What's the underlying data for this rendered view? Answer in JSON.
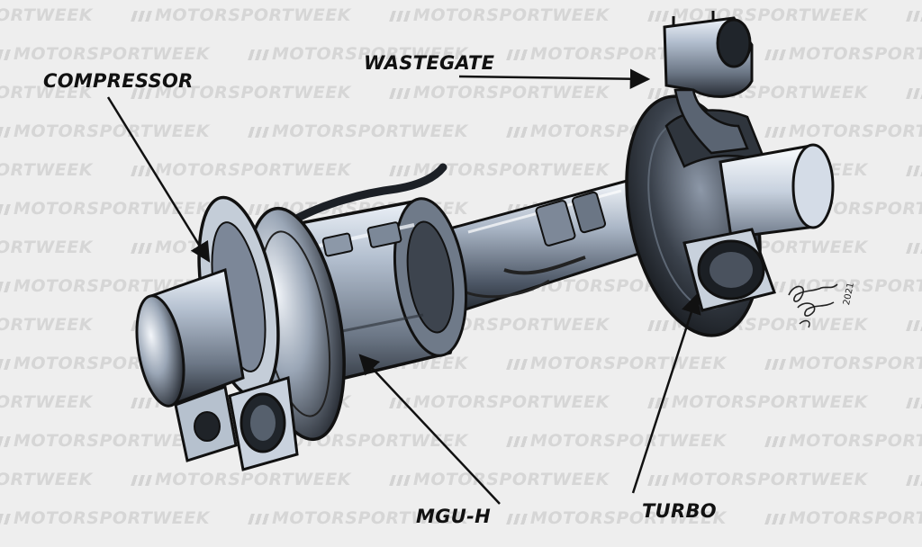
{
  "watermark": {
    "text": "MOTORSPORTWEEK"
  },
  "labels": {
    "compressor": "COMPRESSOR",
    "wastegate": "WASTEGATE",
    "mgu_h": "MGU-H",
    "turbo": "TURBO"
  },
  "signature": {
    "year": "2021"
  },
  "colors": {
    "background": "#eeeeee",
    "watermark": "#d6d6d6",
    "metal_light": "#dfe6ef",
    "metal_mid": "#8a97a8",
    "metal_dark": "#2a2f36",
    "outline": "#111111"
  }
}
